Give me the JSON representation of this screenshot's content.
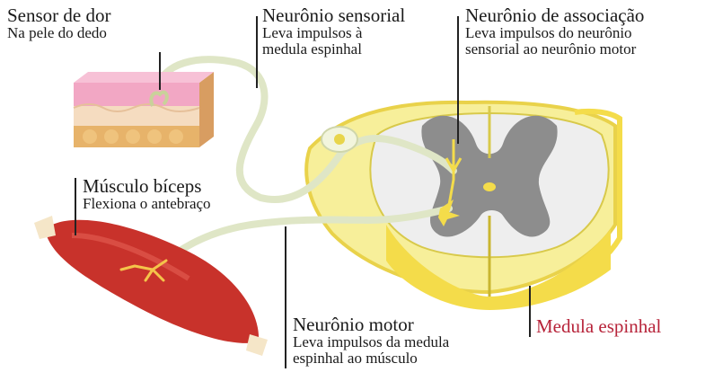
{
  "labels": {
    "pain_sensor": {
      "title": "Sensor de dor",
      "subtitle": "Na pele do dedo"
    },
    "sensory_neuron": {
      "title": "Neurônio sensorial",
      "line1": "Leva impulsos à",
      "line2": "medula espinhal"
    },
    "association_neuron": {
      "title": "Neurônio de associação",
      "line1": "Leva impulsos do neurônio",
      "line2": "sensorial ao neurônio motor"
    },
    "biceps": {
      "title": "Músculo bíceps",
      "subtitle": "Flexiona o antebraço"
    },
    "motor_neuron": {
      "title": "Neurônio motor",
      "line1": "Leva impulsos da medula",
      "line2": "espinhal ao músculo"
    },
    "spinal_cord": {
      "title": "Medula espinhal"
    }
  },
  "colors": {
    "skin_top": "#f2a7c4",
    "skin_tissue": "#f5dcc0",
    "fat": "#e7b36a",
    "nerve": "#dfe6c6",
    "cord_yellow": "#f4dc4a",
    "cord_outer": "#f7ef9a",
    "white_matter": "#eeeeee",
    "gray_matter": "#8d8d8d",
    "muscle": "#c8322b",
    "spine_label": "#b7243a"
  }
}
